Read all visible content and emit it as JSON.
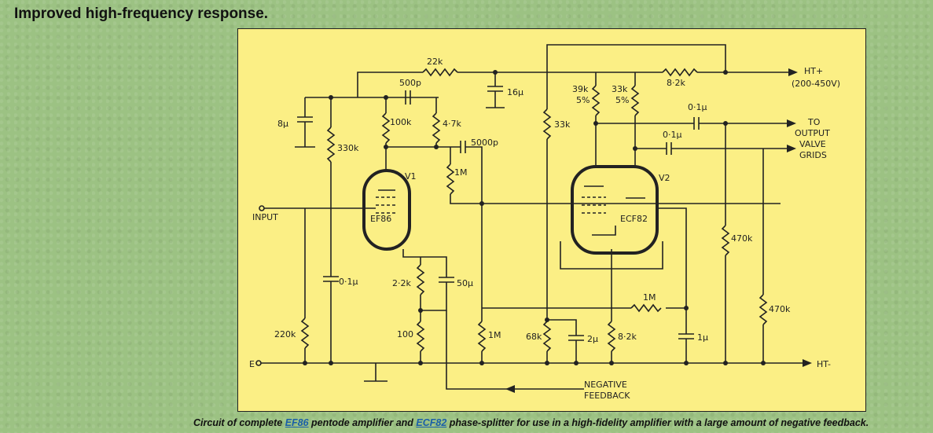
{
  "heading": "Improved high-frequency response.",
  "diagram": {
    "labels": {
      "r22k": "22k",
      "c500p": "500p",
      "c16u": "16μ",
      "r8_2k_top": "8·2k",
      "ht_plus": "HT+",
      "ht_range": "(200-450V)",
      "r39k": "39k",
      "r39k_tol": "5%",
      "r33k_anode": "33k",
      "r33k_tol": "5%",
      "c0_1u_a": "0·1μ",
      "c0_1u_b": "0·1μ",
      "c8u": "8μ",
      "r100k": "100k",
      "r4_7k": "4·7k",
      "r33k_grid": "33k",
      "to_output_1": "TO",
      "to_output_2": "OUTPUT",
      "to_output_3": "VALVE",
      "to_output_4": "GRIDS",
      "r330k": "330k",
      "c5000p": "5000p",
      "v1": "V1",
      "v2": "V2",
      "r1m_grid": "1M",
      "input": "INPUT",
      "ef86": "EF86",
      "ecf82": "ECF82",
      "r470k_a": "470k",
      "c0_1u_c": "0·1μ",
      "r2_2k": "2·2k",
      "c50u": "50μ",
      "r1m_fb": "1M",
      "r470k_b": "470k",
      "r220k": "220k",
      "r100": "100",
      "r1m_low": "1M",
      "r68k": "68k",
      "c2u": "2μ",
      "r8_2k_low": "8·2k",
      "c1u": "1μ",
      "e": "E",
      "ht_minus": "HT-",
      "neg_fb_1": "NEGATIVE",
      "neg_fb_2": "FEEDBACK"
    }
  },
  "caption": {
    "prefix": "Circuit of complete ",
    "link1": "EF86",
    "middle": " pentode amplifier and ",
    "link2": "ECF82",
    "suffix": " phase-splitter for use in a high-fidelity amplifier with a large amount of negative feedback."
  }
}
